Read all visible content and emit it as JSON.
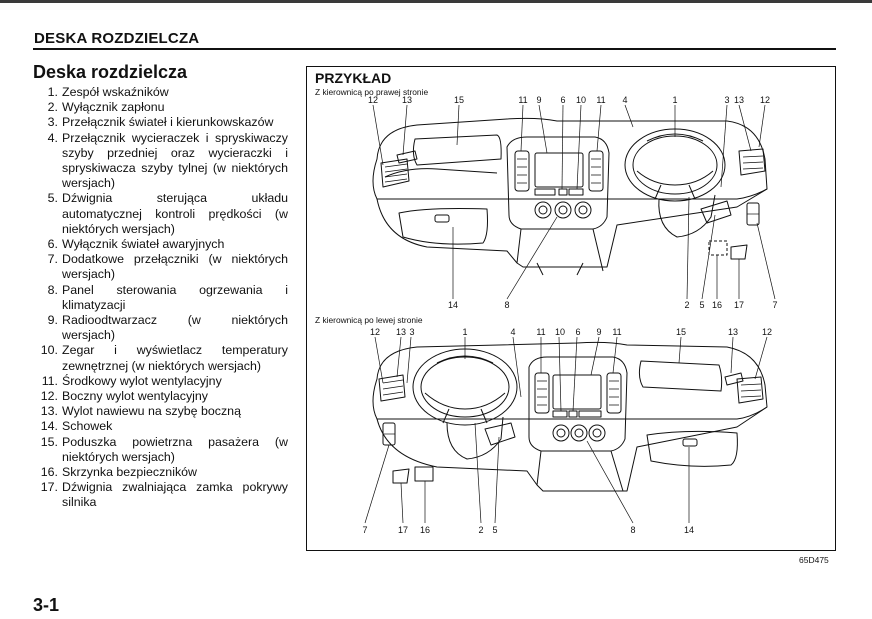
{
  "header": {
    "section_title": "DESKA ROZDZIELCZA",
    "heading": "Deska rozdzielcza"
  },
  "items": [
    {
      "num": "1.",
      "text": "Zespół wskaźników"
    },
    {
      "num": "2.",
      "text": "Wyłącznik zapłonu"
    },
    {
      "num": "3.",
      "text": "Przełącznik świateł i kierunkowskazów"
    },
    {
      "num": "4.",
      "text": "Przełącznik wycieraczek i spryskiwaczy szyby przedniej oraz wycieraczki i spryskiwacza szyby tylnej (w niektórych wersjach)"
    },
    {
      "num": "5.",
      "text": "Dźwignia sterująca układu automatycznej kontroli prędkości (w niektórych wersjach)"
    },
    {
      "num": "6.",
      "text": "Wyłącznik świateł awaryjnych"
    },
    {
      "num": "7.",
      "text": "Dodatkowe przełączniki (w niektórych wersjach)"
    },
    {
      "num": "8.",
      "text": "Panel sterowania ogrzewania i klimatyzacji"
    },
    {
      "num": "9.",
      "text": "Radioodtwarzacz (w niektórych wersjach)"
    },
    {
      "num": "10.",
      "text": "Zegar i wyświetlacz temperatury zewnętrznej (w niektórych wersjach)"
    },
    {
      "num": "11.",
      "text": "Środkowy wylot wentylacyjny"
    },
    {
      "num": "12.",
      "text": "Boczny wylot wentylacyjny"
    },
    {
      "num": "13.",
      "text": "Wylot nawiewu na szybę boczną"
    },
    {
      "num": "14.",
      "text": "Schowek"
    },
    {
      "num": "15.",
      "text": "Poduszka powietrzna pasażera (w niektórych wersjach)"
    },
    {
      "num": "16.",
      "text": "Skrzynka bezpieczników"
    },
    {
      "num": "17.",
      "text": "Dźwignia zwalniająca zamka pokrywy silnika"
    }
  ],
  "figure": {
    "title": "PRZYKŁAD",
    "top_caption": "Z kierownicą po prawej stronie",
    "bottom_caption": "Z kierownicą po lewej stronie",
    "code": "65D475",
    "top_callouts": [
      "12",
      "13",
      "15",
      "11",
      "9",
      "6",
      "10",
      "11",
      "4",
      "1",
      "3",
      "13",
      "12",
      "14",
      "8",
      "2",
      "5",
      "16",
      "17",
      "7"
    ],
    "bottom_callouts": [
      "12",
      "13",
      "3",
      "1",
      "4",
      "11",
      "10",
      "6",
      "9",
      "11",
      "15",
      "13",
      "12",
      "7",
      "17",
      "16",
      "2",
      "5",
      "8",
      "14"
    ]
  },
  "footer": {
    "page": "3-1"
  }
}
